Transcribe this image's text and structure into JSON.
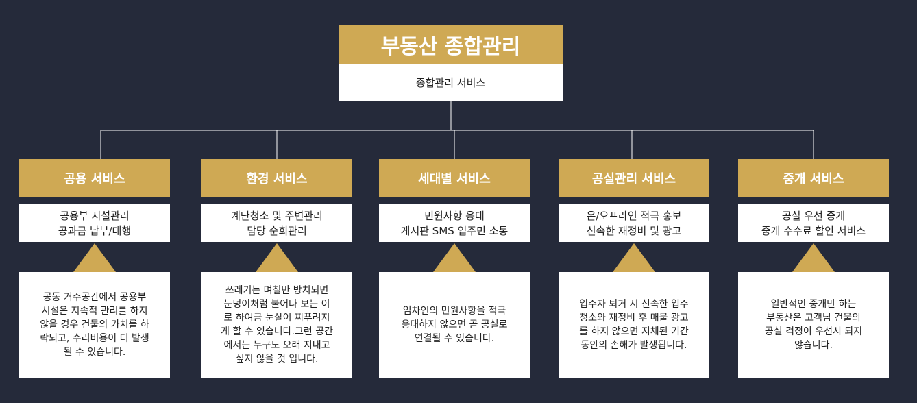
{
  "root": {
    "title": "부동산 종합관리",
    "subtitle": "종합관리 서비스"
  },
  "colors": {
    "gold": "#cfa954",
    "background": "#252a3a",
    "box": "#ffffff"
  },
  "services": [
    {
      "title": "공용 서비스",
      "items": [
        "공용부 시설관리",
        "공과금 납부/대행"
      ],
      "description": "공동 거주공간에서 공용부\n시설은 지속적 관리를 하지\n않을 경우 건물의 가치를 하\n락되고, 수리비용이 더 발생\n될 수 있습니다."
    },
    {
      "title": "환경 서비스",
      "items": [
        "계단청소 및 주변관리",
        "담당 순회관리"
      ],
      "description": "쓰레기는 며칠만 방치되면\n눈덩이처럼 불어나 보는 이\n로 하여금 눈살이 찌푸려지\n게 할 수 있습니다.그런 공간\n에서는 누구도 오래 지내고\n싶지 않을 것 입니다."
    },
    {
      "title": "세대별 서비스",
      "items": [
        "민원사항 응대",
        "게시판 SMS 입주민 소통"
      ],
      "description": "임차인의 민원사항을 적극\n응대하지 않으면 곧 공실로\n연결될 수 있습니다."
    },
    {
      "title": "공실관리 서비스",
      "items": [
        "온/오프라인 적극 홍보",
        "신속한 재정비 및 광고"
      ],
      "description": "입주자 퇴거 시 신속한 입주\n청소와 재정비 후 매물 광고\n를 하지 않으면 지체된 기간\n동안의 손해가 발생됩니다."
    },
    {
      "title": "중개 서비스",
      "items": [
        "공실 우선 중개",
        "중개 수수료 할인 서비스"
      ],
      "description": "일반적인 중개만 하는\n부동산은 고객님 건물의\n공실 걱정이 우선시 되지\n않습니다."
    }
  ]
}
